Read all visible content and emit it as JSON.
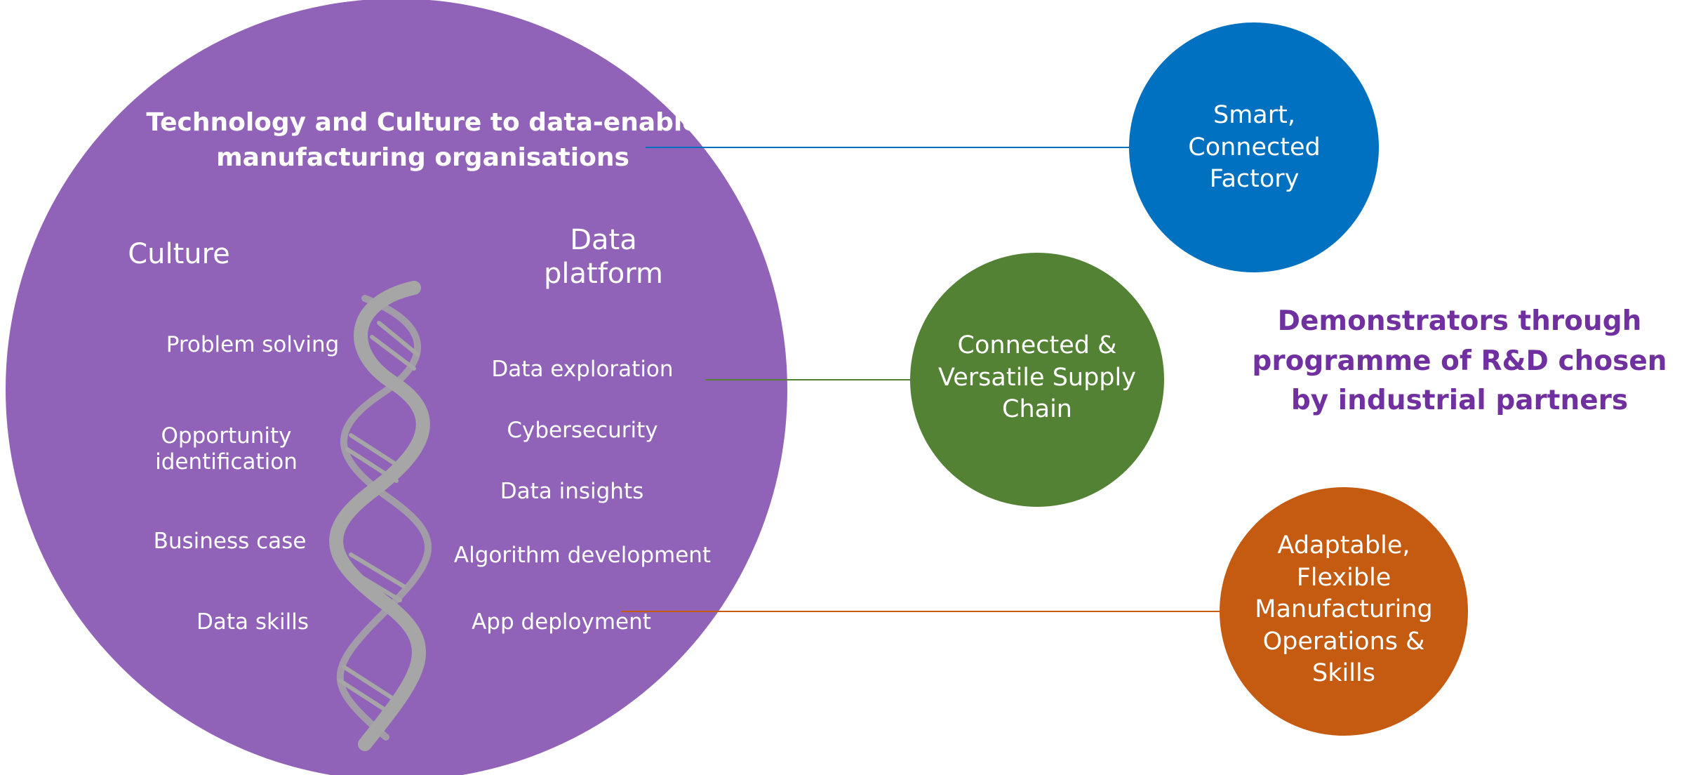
{
  "main": {
    "title": "Technology and Culture to data-enable manufacturing organisations",
    "culture_heading": "Culture",
    "platform_heading_line1": "Data",
    "platform_heading_line2": "platform",
    "culture_items": {
      "problem_solving": "Problem solving",
      "opportunity_line1": "Opportunity",
      "opportunity_line2": "identification",
      "business_case": "Business case",
      "data_skills": "Data skills"
    },
    "platform_items": {
      "data_exploration": "Data exploration",
      "cybersecurity": "Cybersecurity",
      "data_insights": "Data insights",
      "algorithm_development": "Algorithm development",
      "app_deployment": "App deployment"
    }
  },
  "demonstrators": {
    "smart_factory": {
      "line1": "Smart,",
      "line2": "Connected",
      "line3": "Factory"
    },
    "supply_chain": {
      "line1": "Connected &",
      "line2": "Versatile Supply",
      "line3": "Chain"
    },
    "flexible_manufacturing": {
      "line1": "Adaptable,",
      "line2": "Flexible",
      "line3": "Manufacturing",
      "line4": "Operations &",
      "line5": "Skills"
    },
    "caption": "Demonstrators through programme of R&D chosen by industrial partners"
  },
  "colors": {
    "main_circle": "#9063B8",
    "smart_factory": "#0070C0",
    "supply_chain": "#548235",
    "flexible_manufacturing": "#C55A11",
    "caption": "#7030A0",
    "dna": "#A6A6A6"
  }
}
